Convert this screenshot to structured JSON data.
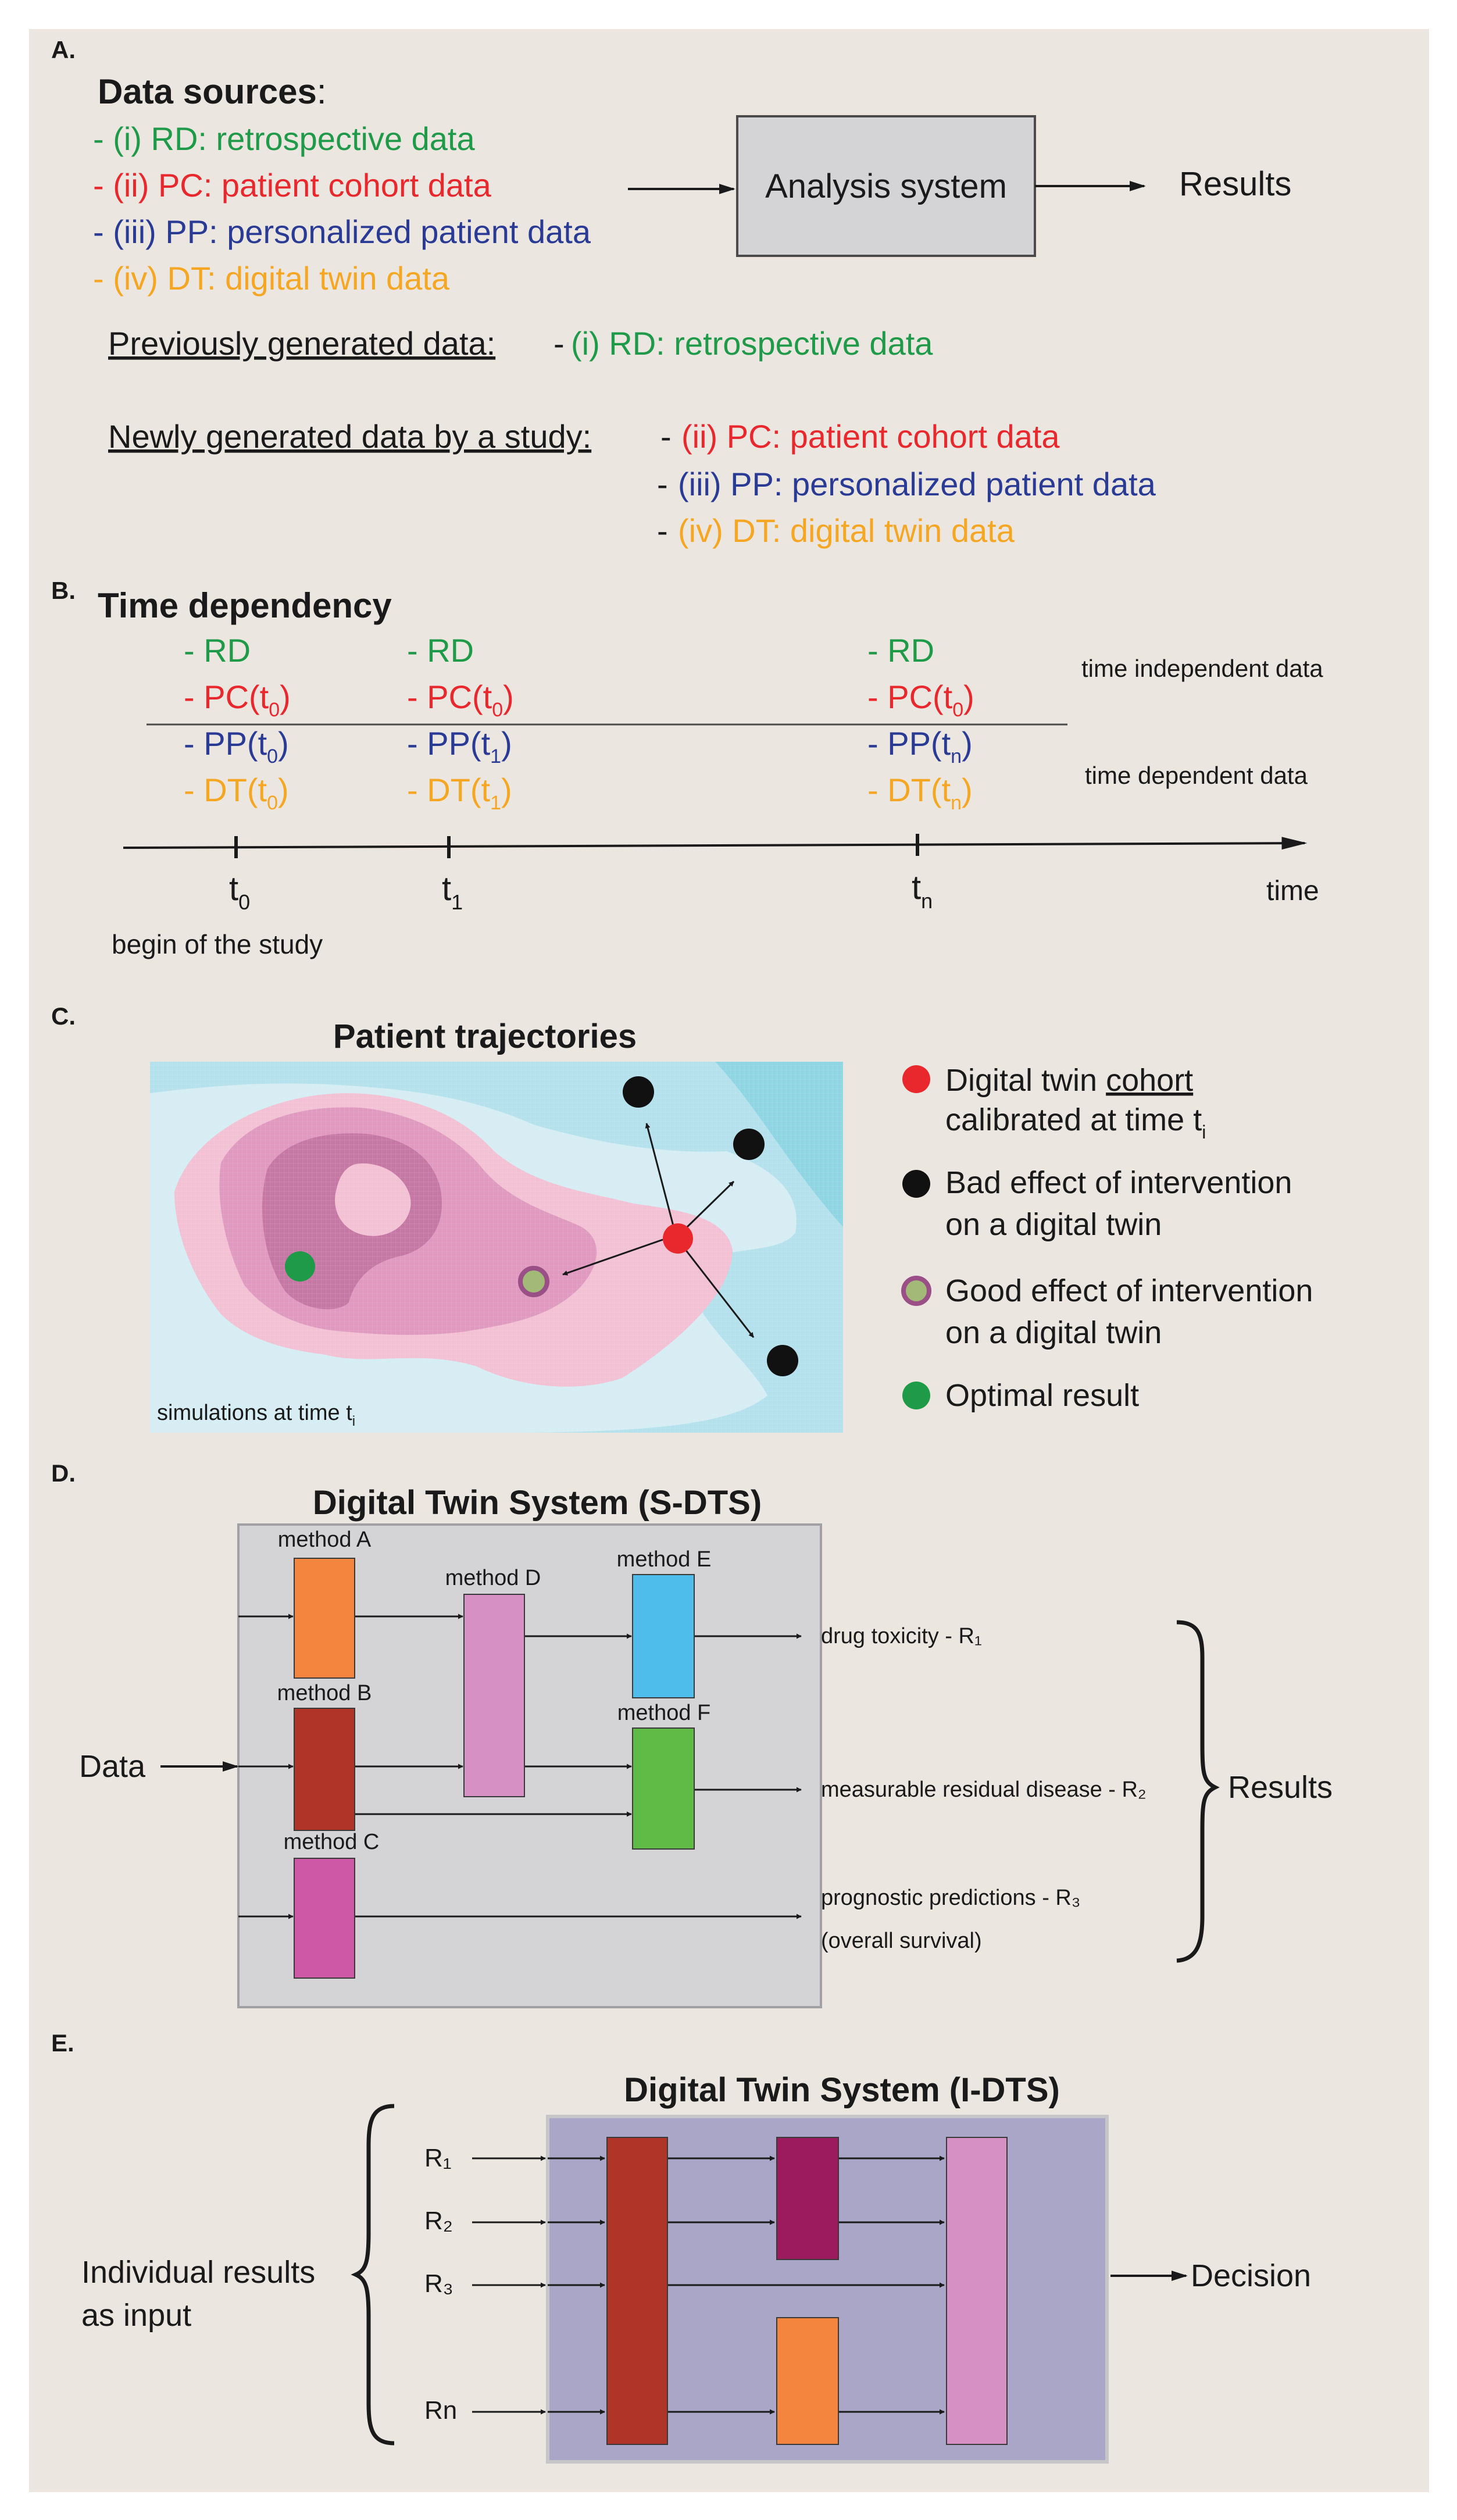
{
  "colors": {
    "background": "#ece6e1",
    "green": "#1f9a48",
    "red": "#e8282c",
    "blue": "#2a3b95",
    "orange": "#f5a623",
    "black": "#1a1a1a",
    "gray_box": "#d4d4d6",
    "purple_panel": "#aaa6c7",
    "method_a": "#f4853f",
    "method_b": "#b03428",
    "method_c": "#ce58a5",
    "method_d": "#d790c4",
    "method_e": "#4fbdec",
    "method_f": "#5fba46",
    "idts_tall_red": "#b03428",
    "idts_magenta": "#9c1b5f",
    "idts_orange": "#f4853f",
    "idts_pink": "#d790c4"
  },
  "panelA": {
    "letter": "A.",
    "title": "Data sources",
    "title_colon": ":",
    "sources": [
      {
        "text": "- (i) RD: retrospective data",
        "color": "green"
      },
      {
        "text": "- (ii) PC: patient cohort data",
        "color": "red"
      },
      {
        "text": "- (iii) PP: personalized patient data",
        "color": "blue"
      },
      {
        "text": "- (iv) DT: digital twin data",
        "color": "orange"
      }
    ],
    "system_label": "Analysis system",
    "results_label": "Results",
    "prev_label": "Previously generated data:",
    "prev_dash": "-",
    "prev_items": [
      "(i) RD: retrospective data"
    ],
    "new_label": "Newly generated data by a study:",
    "new_dash": "-",
    "new_items": [
      {
        "text": "(ii) PC: patient cohort data",
        "color": "red"
      },
      {
        "text": "(iii) PP: personalized patient data",
        "color": "blue"
      },
      {
        "text": "(iv) DT: digital twin data",
        "color": "orange"
      }
    ]
  },
  "panelB": {
    "letter": "B.",
    "title": "Time dependency",
    "columns": [
      {
        "rd": "RD",
        "pc": "PC(t",
        "pc_sub": "0",
        "pp": "PP(t",
        "pp_sub": "0",
        "dt": "DT(t",
        "dt_sub": "0"
      },
      {
        "rd": "RD",
        "pc": "PC(t",
        "pc_sub": "0",
        "pp": "PP(t",
        "pp_sub": "1",
        "dt": "DT(t",
        "dt_sub": "1"
      },
      {
        "rd": "RD",
        "pc": "PC(t",
        "pc_sub": "0",
        "pp": "PP(t",
        "pp_sub": "n",
        "dt": "DT(t",
        "dt_sub": "n"
      }
    ],
    "dash": "-",
    "close": ")",
    "time_independent": "time independent data",
    "time_dependent": "time dependent data",
    "ticks": [
      {
        "base": "t",
        "sub": "0"
      },
      {
        "base": "t",
        "sub": "1"
      },
      {
        "base": "t",
        "sub": "n"
      }
    ],
    "time_label": "time",
    "begin_label": "begin of the study"
  },
  "panelC": {
    "letter": "C.",
    "title": "Patient trajectories",
    "sim_label": "simulations at time t",
    "sim_sub": "i",
    "legend": [
      {
        "line1_pre": "Digital twin ",
        "line1_u": "cohort",
        "line2": "calibrated at time t",
        "sub": "i",
        "dot": "#e8282c",
        "ring": ""
      },
      {
        "line1_pre": "Bad effect of intervention",
        "line1_u": "",
        "line2": "on a digital twin",
        "sub": "",
        "dot": "#111111",
        "ring": ""
      },
      {
        "line1_pre": "Good effect of intervention",
        "line1_u": "",
        "line2": "on a digital twin",
        "sub": "",
        "dot": "#a3b978",
        "ring": "#9a4f86"
      },
      {
        "line1_pre": "Optimal result",
        "line1_u": "",
        "line2": "",
        "sub": "",
        "dot": "#1f9a48",
        "ring": ""
      }
    ]
  },
  "panelD": {
    "letter": "D.",
    "title": "Digital Twin System (S-DTS)",
    "data_label": "Data",
    "methods": {
      "a": "method A",
      "b": "method B",
      "c": "method C",
      "d": "method D",
      "e": "method E",
      "f": "method F"
    },
    "outputs": {
      "r1": "drug toxicity - R₁",
      "r2": "measurable residual disease - R₂",
      "r3": "prognostic predictions - R₃",
      "r3b": "(overall survival)"
    },
    "results_label": "Results"
  },
  "panelE": {
    "letter": "E.",
    "title": "Digital Twin System (I-DTS)",
    "inputs": [
      "R₁",
      "R₂",
      "R₃",
      "Rn"
    ],
    "left_label_1": "Individual results",
    "left_label_2": "as input",
    "decision_label": "Decision"
  }
}
